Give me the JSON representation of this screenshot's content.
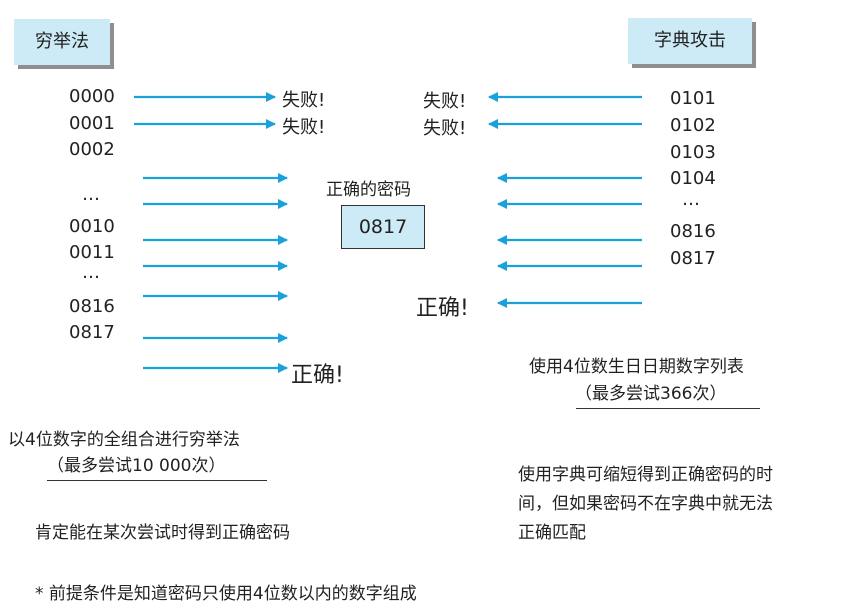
{
  "brute_force": {
    "title": "穷举法",
    "codes": [
      "0000",
      "0001",
      "0002",
      "…",
      "0010",
      "0011",
      "…",
      "0816",
      "0817"
    ],
    "fail_labels": [
      "失败!",
      "失败!"
    ],
    "success_label": "正确!",
    "desc_line1": "以4位数字的全组合进行穷举法",
    "desc_line2": "（最多尝试10 000次）",
    "conclusion": "肯定能在某次尝试时得到正确密码"
  },
  "password": {
    "caption": "正确的密码",
    "value": "0817"
  },
  "dictionary": {
    "title": "字典攻击",
    "codes": [
      "0101",
      "0102",
      "0103",
      "0104",
      "…",
      "0816",
      "0817"
    ],
    "fail_labels": [
      "失败!",
      "失败!"
    ],
    "success_label": "正确!",
    "desc_line1": "使用4位数生日日期数字列表",
    "desc_line2": "（最多尝试366次）",
    "conclusion_lines": [
      "使用字典可缩短得到正确密码的时",
      "间，但如果密码不在字典中就无法",
      "正确匹配"
    ]
  },
  "footnote": "* 前提条件是知道密码只使用4位数以内的数字组成",
  "colors": {
    "arrow": "#1aa1dc",
    "tab_bg": "#cdeaf7",
    "box_bg": "#cdeaf7"
  }
}
